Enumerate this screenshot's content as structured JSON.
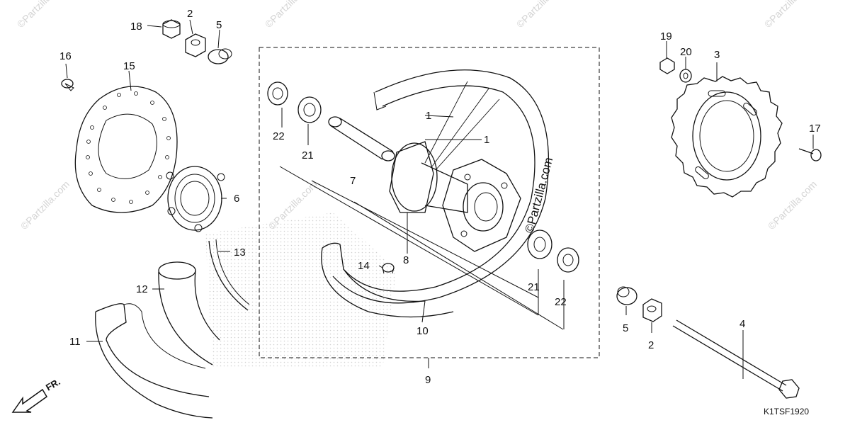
{
  "diagram": {
    "code": "K1TSF1920",
    "direction_label": "FR.",
    "watermark": "©Partzilla.com",
    "labels": [
      "1",
      "1",
      "2",
      "2",
      "3",
      "4",
      "5",
      "5",
      "6",
      "7",
      "8",
      "9",
      "10",
      "11",
      "12",
      "13",
      "14",
      "15",
      "16",
      "17",
      "18",
      "19",
      "20",
      "21",
      "21",
      "22",
      "22"
    ]
  }
}
